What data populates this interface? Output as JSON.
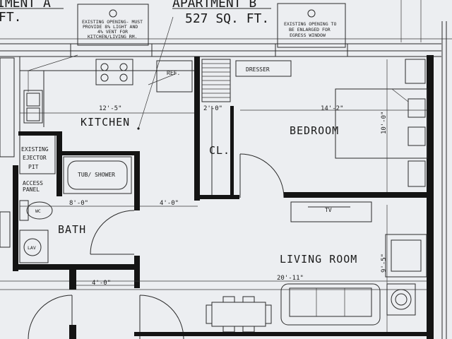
{
  "header": {
    "apartment_left": "IMENT A",
    "sqft_left": "FT.",
    "apartment_right": "APARTMENT B",
    "sqft_right": "527 SQ. FT."
  },
  "notes": {
    "note_left": [
      "EXISTING OPENING- MUST",
      "PROVIDE 8% LIGHT AND",
      "4% VENT FOR",
      "KITCHEN/LIVING RM."
    ],
    "note_right": [
      "EXISTING OPENING TO",
      "BE ENLARGED FOR",
      "EGRESS WINDOW"
    ]
  },
  "rooms": {
    "kitchen": "KITCHEN",
    "bedroom": "BEDROOM",
    "living_room": "LIVING ROOM",
    "bath": "BATH",
    "closet": "CL."
  },
  "fixtures": {
    "ref": "REF.",
    "dresser": "DRESSER",
    "tub_shower": "TUB/ SHOWER",
    "tv": "TV",
    "wc": "WC",
    "lav": "LAV",
    "ejector": [
      "EXISTING",
      "EJECTOR",
      "PIT"
    ],
    "access_panel": [
      "ACCESS",
      "PANEL"
    ]
  },
  "dimensions": {
    "kitchen_width": "12'-5\"",
    "closet_width": "2'-0\"",
    "bedroom_width": "14'-2\"",
    "bedroom_depth": "10'-0\"",
    "bath_width": "8'-0\"",
    "hall_width": "4'-0\"",
    "bath_door_width": "4'-0\"",
    "living_width": "20'-11\"",
    "living_depth": "9'-5\""
  }
}
